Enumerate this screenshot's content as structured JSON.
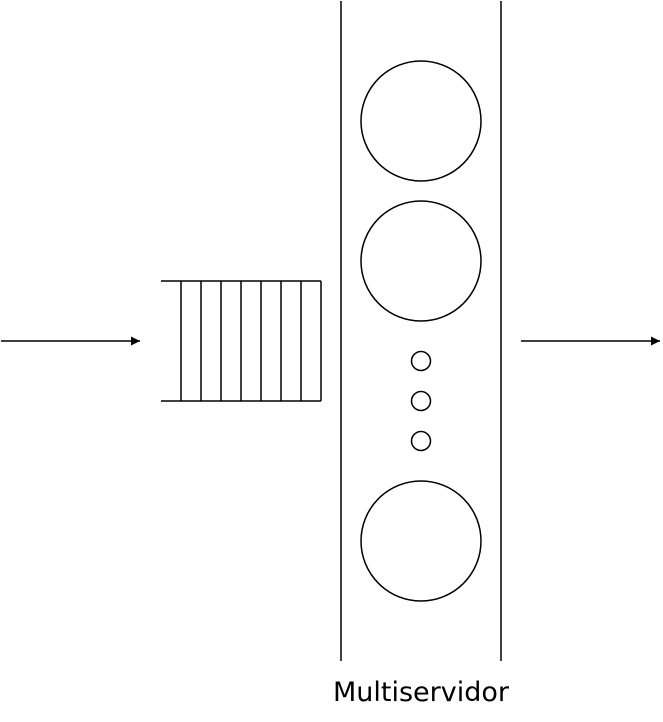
{
  "diagram": {
    "label": "Multiservidor",
    "queue": {
      "slots": 8
    },
    "servers": {
      "large_circles": 3,
      "ellipsis_dots": 3
    },
    "colors": {
      "stroke": "#000000",
      "background": "#ffffff"
    }
  }
}
